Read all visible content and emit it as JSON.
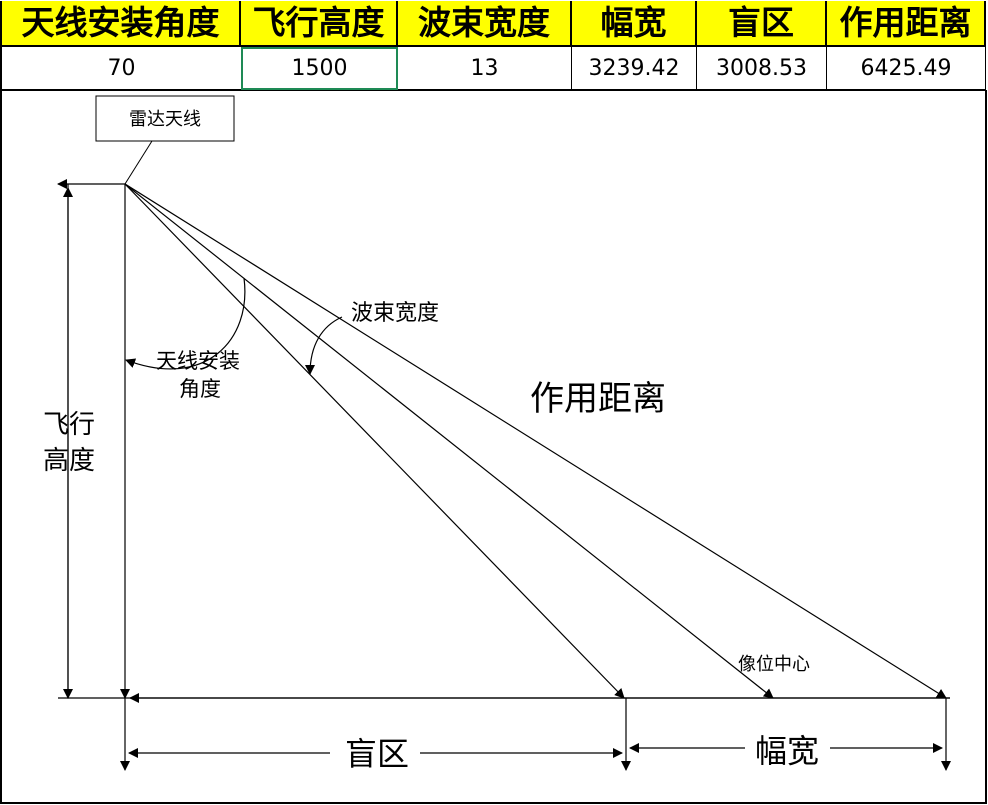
{
  "table": {
    "headers": [
      "天线安装角度",
      "飞行高度",
      "波束宽度",
      "幅宽",
      "盲区",
      "作用距离"
    ],
    "values": [
      "70",
      "1500",
      "13",
      "3239.42",
      "3008.53",
      "6425.49"
    ]
  },
  "diagram": {
    "radar_antenna_label": "雷达天线",
    "beam_width_label": "波束宽度",
    "antenna_angle_label_line1": "天线安装",
    "antenna_angle_label_line2": "角度",
    "range_label": "作用距离",
    "flight_height_label_line1": "飞行",
    "flight_height_label_line2": "高度",
    "image_center_label": "像位中心",
    "blind_zone_label": "盲区",
    "swath_label": "幅宽"
  },
  "colors": {
    "header_fill": "#ffff00",
    "selected_cell_border": "#1e8a55",
    "line": "#000000"
  }
}
